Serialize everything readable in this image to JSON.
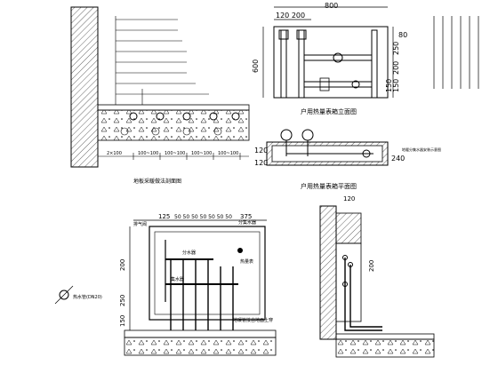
{
  "dims": {
    "top_width": "800",
    "top_offsets": "120 200",
    "left_height": "600",
    "r250": "250",
    "r200": "200",
    "r150a": "150",
    "r150b": "150",
    "r80": "80",
    "plan_120a": "120",
    "plan_120b": "120",
    "plan_240": "240",
    "bottom_125": "125",
    "bottom_spacing": "50 50 50 50 50 50 50",
    "bottom_375": "375",
    "left_200": "200",
    "left_250": "250",
    "left_150": "150",
    "right_120": "120",
    "right_200": "200",
    "left_detail_widths": [
      "2×100",
      "100~100",
      "100~100",
      "100~100",
      "100~100"
    ]
  },
  "titles": {
    "elevation": "户用热量表箱立面图",
    "plan": "户用热量表箱平面图",
    "floor_section": "地板采暖做法剖面图",
    "right_note": "地暖分集水器安装示意图"
  },
  "labels": {
    "bottom_valve": "排气阀",
    "bottom_box": "分集水器",
    "bottom_supply": "分水器",
    "bottom_return": "集水器",
    "bottom_heat": "热量表",
    "bottom_note": "地暖管接自地面上穿",
    "pipe_note": "热水管(DN20)"
  }
}
